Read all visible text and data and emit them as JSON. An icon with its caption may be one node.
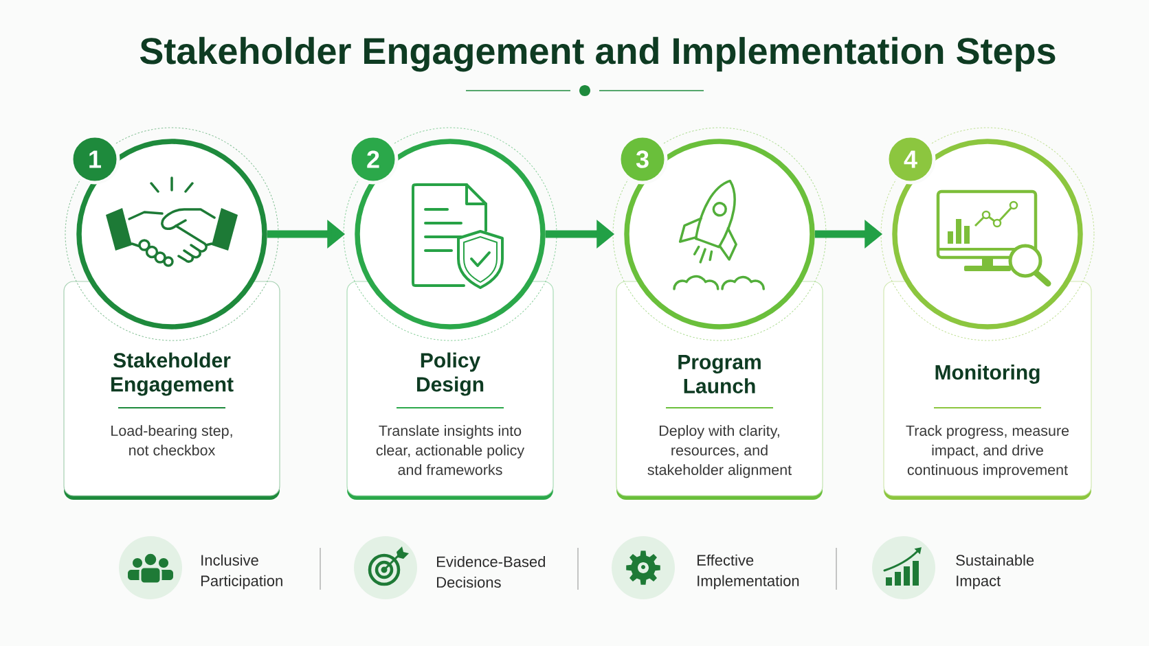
{
  "diagram": {
    "title": "Stakeholder Engagement and Implementation Steps",
    "nodes": [
      {
        "text": [
          "1"
        ]
      },
      {
        "text": [],
        "shape": "circle"
      },
      {
        "text": [
          "Stakeholder Engagement",
          "Load-bearing step, not checkbox"
        ]
      },
      {
        "text": [
          "2"
        ]
      },
      {
        "text": [],
        "shape": "circle"
      },
      {
        "text": [
          "Policy Design",
          "Translate insights into clear, actionable policy and frameworks"
        ]
      },
      {
        "text": [
          "3"
        ]
      },
      {
        "text": [],
        "shape": "circle"
      },
      {
        "text": [
          "Program Launch",
          "Deploy with clarity, resources, and stakeholder alignment"
        ]
      },
      {
        "text": [
          "4"
        ]
      },
      {
        "text": [],
        "shape": "circle"
      },
      {
        "text": [
          "Monitoring",
          "Track progress, measure impact, and drive continuous improvement"
        ]
      }
    ],
    "edges": [
      {
        "from": 1,
        "to": 4,
        "arrow": "to"
      },
      {
        "from": 4,
        "to": 7,
        "arrow": "to"
      },
      {
        "from": 7,
        "to": 10,
        "arrow": "to"
      }
    ],
    "labels": [
      "Inclusive Participation",
      "Evidence-Based Decisions",
      "Effective Implementation",
      "Sustainable Impact"
    ]
  }
}
